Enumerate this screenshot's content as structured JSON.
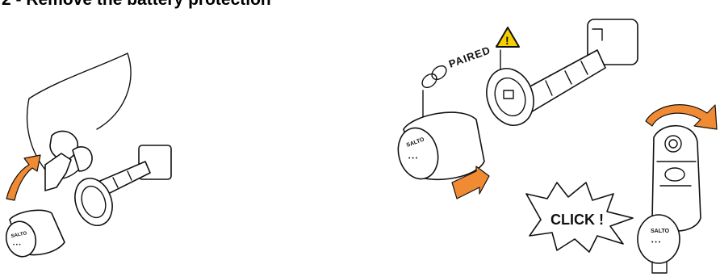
{
  "page": {
    "title": "2 - Remove the battery protection"
  },
  "illustration_left": {
    "knob_brand": "SALTO",
    "knob_dots": "• • •"
  },
  "illustration_right": {
    "paired_label": "PAIRED",
    "paired_mark": "*",
    "warning_symbol": "!",
    "knob_brand": "SALTO",
    "knob_dots": "• • •",
    "fob_brand": "SALTO",
    "fob_dots": "• • •",
    "click_text": "CLICK !"
  },
  "colors": {
    "accent_orange": "#f08a33",
    "warning_yellow": "#f5d000",
    "line": "#111111"
  },
  "icons": [
    "link-chain-icon",
    "warning-triangle-icon",
    "arrow-curved-icon",
    "arrow-right-icon"
  ]
}
